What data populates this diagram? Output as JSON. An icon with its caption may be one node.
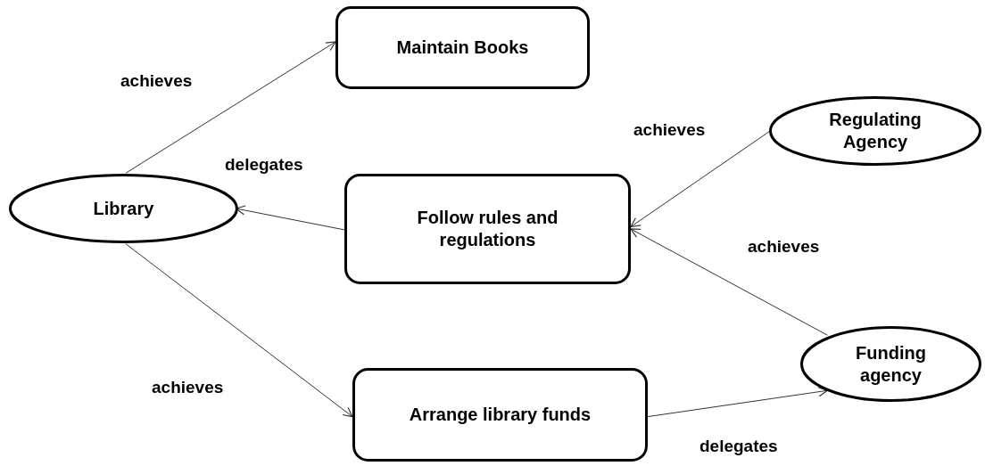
{
  "diagram": {
    "nodes": [
      {
        "text": [
          "Maintain Books"
        ]
      },
      {
        "text": [
          "Library"
        ]
      },
      {
        "text": [
          "Follow rules and regulations"
        ]
      },
      {
        "text": [
          "Regulating Agency"
        ]
      },
      {
        "text": [
          "Funding agency"
        ]
      },
      {
        "text": [
          "Arrange library funds"
        ]
      }
    ],
    "edges": [
      {
        "from": 1,
        "to": 0,
        "arrow": "to",
        "label": "achieves"
      },
      {
        "from": 2,
        "to": 1,
        "arrow": "to",
        "label": "delegates"
      },
      {
        "from": 1,
        "to": 5,
        "arrow": "to",
        "label": "achieves"
      },
      {
        "from": 3,
        "to": 2,
        "arrow": "to",
        "label": "achieves"
      },
      {
        "from": 4,
        "to": 2,
        "arrow": "to",
        "label": "achieves"
      },
      {
        "from": 5,
        "to": 4,
        "arrow": "to",
        "label": "delegates"
      }
    ]
  }
}
